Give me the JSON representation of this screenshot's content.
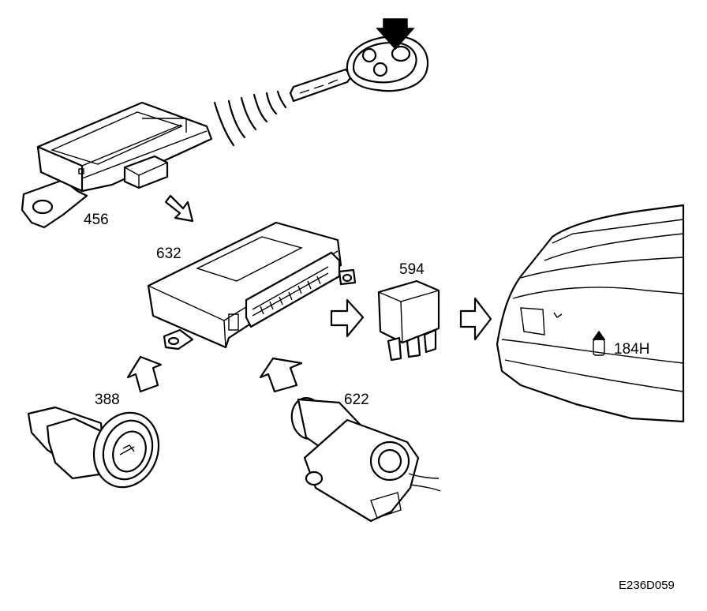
{
  "diagram": {
    "labels": {
      "remote_receiver": "456",
      "control_module": "632",
      "relay": "594",
      "switch": "388",
      "lock_motor": "622",
      "tailgate_lock": "184H"
    },
    "reference_code": "E236D059",
    "colors": {
      "ink": "#000000",
      "paper": "#ffffff"
    }
  }
}
